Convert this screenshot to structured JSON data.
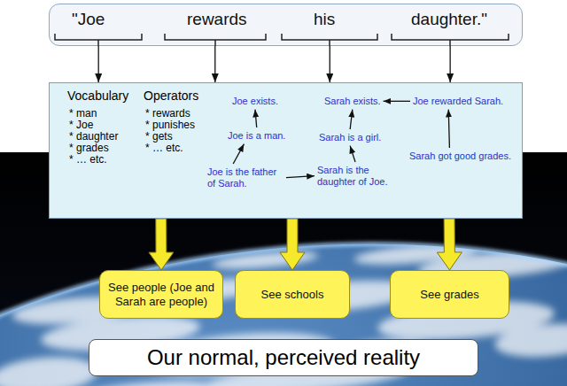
{
  "diagram": {
    "nodes": [
      {
        "text": [
          "\"Joe",
          "rewards",
          "his",
          "daughter.\""
        ]
      },
      {
        "text": [
          "Vocabulary",
          "* man",
          "* Joe",
          "* daughter",
          "* grades",
          "* … etc.",
          "Operators",
          "* rewards",
          "* punishes",
          "* gets",
          "* … etc."
        ]
      },
      {
        "text": [
          "Joe exists."
        ],
        "in": 1
      },
      {
        "text": [
          "Joe is a man."
        ],
        "in": 1
      },
      {
        "text": [
          "Joe is the father of Sarah."
        ],
        "in": 1
      },
      {
        "text": [
          "Sarah exists."
        ],
        "in": 1
      },
      {
        "text": [
          "Sarah is a girl."
        ],
        "in": 1
      },
      {
        "text": [
          "Sarah is the daughter of Joe."
        ],
        "in": 1
      },
      {
        "text": [
          "Joe rewarded Sarah."
        ],
        "in": 1
      },
      {
        "text": [
          "Sarah got good grades."
        ],
        "in": 1
      },
      {
        "text": [
          "See people (Joe and Sarah are people)"
        ]
      },
      {
        "text": [
          "See schools"
        ]
      },
      {
        "text": [
          "See grades"
        ]
      },
      {
        "text": [
          "Our normal, perceived reality"
        ]
      }
    ],
    "edges": [
      {
        "from": 0,
        "to": 1,
        "arrow": "to"
      },
      {
        "from": 0,
        "to": 1,
        "arrow": "to"
      },
      {
        "from": 0,
        "to": 1,
        "arrow": "to"
      },
      {
        "from": 0,
        "to": 1,
        "arrow": "to"
      },
      {
        "from": 3,
        "to": 2,
        "arrow": "to"
      },
      {
        "from": 4,
        "to": 3,
        "arrow": "to"
      },
      {
        "from": 4,
        "to": 7,
        "arrow": "to"
      },
      {
        "from": 7,
        "to": 6,
        "arrow": "to"
      },
      {
        "from": 6,
        "to": 5,
        "arrow": "to"
      },
      {
        "from": 8,
        "to": 5,
        "arrow": "to"
      },
      {
        "from": 9,
        "to": 8,
        "arrow": "to"
      },
      {
        "from": 1,
        "to": 10,
        "arrow": "to"
      },
      {
        "from": 1,
        "to": 11,
        "arrow": "to"
      },
      {
        "from": 1,
        "to": 12,
        "arrow": "to"
      }
    ]
  }
}
